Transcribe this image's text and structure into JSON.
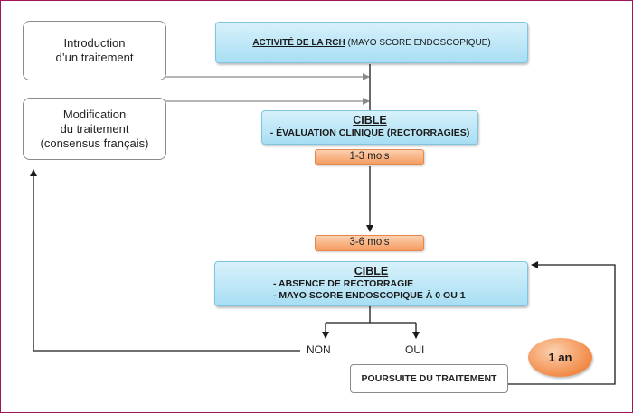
{
  "boxes": {
    "introduction": {
      "line1": "Introduction",
      "line2": "d’un traitement"
    },
    "modification": {
      "line1": "Modification",
      "line2": "du traitement",
      "line3": "(consensus français)"
    },
    "activite": {
      "bold": "ACTIVITÉ DE LA RCH",
      "rest": " (MAYO SCORE ENDOSCOPIQUE)"
    },
    "cible1": {
      "title": "CIBLE",
      "item": "- ÉVALUATION CLINIQUE (RECTORRAGIES)"
    },
    "cible2": {
      "title": "CIBLE",
      "item1": "- ABSENCE DE RECTORRAGIE",
      "item2": "- MAYO SCORE ENDOSCOPIQUE À 0 OU 1"
    },
    "poursuite": "POURSUITE DU TRAITEMENT"
  },
  "durations": {
    "first": "1-3 mois",
    "second": "3-6 mois",
    "loop": "1 an"
  },
  "branches": {
    "no": "NON",
    "yes": "OUI"
  },
  "colors": {
    "frame": "#a0145a",
    "blue_box": "#a8def3",
    "orange_box": "#f59a5e",
    "arrow_main": "#1a1a1a",
    "arrow_side": "#8a8a8a"
  }
}
